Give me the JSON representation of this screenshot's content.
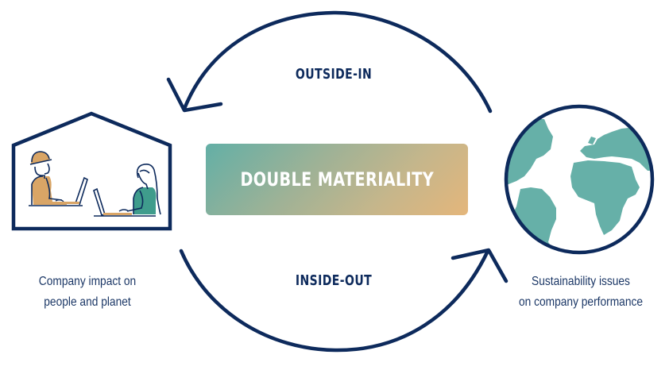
{
  "diagram": {
    "title": "DOUBLE MATERIALITY",
    "cycle": {
      "top_label": "OUTSIDE-IN",
      "bottom_label": "INSIDE-OUT"
    },
    "left_node": {
      "icon": "house-with-people-at-laptops-icon",
      "caption_line1": "Company impact on",
      "caption_line2": "people and planet"
    },
    "right_node": {
      "icon": "globe-icon",
      "caption_line1": "Sustainability issues",
      "caption_line2": "on company performance"
    }
  },
  "colors": {
    "navy": "#0d2a5c",
    "caption_text": "#1b3766",
    "teal": "#63afa6",
    "sand": "#e4b67b",
    "orange_accent": "#d9a566",
    "green_accent": "#3f9c8c"
  }
}
